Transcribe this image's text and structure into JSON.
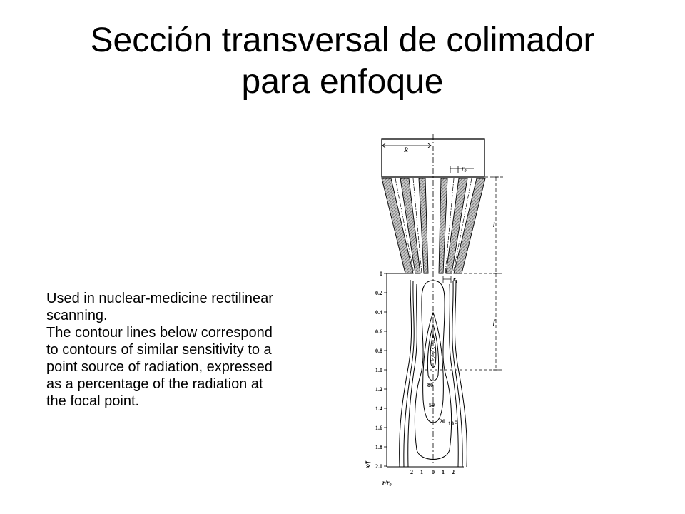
{
  "title": {
    "line1": "Sección transversal de colimador",
    "line2": "para enfoque"
  },
  "description": [
    "Used in nuclear-medicine rectilinear",
    "scanning.",
    "The contour lines below correspond",
    "to contours of similar sensitivity to a",
    "point source of radiation, expressed",
    "as a percentage of the radiation at",
    "the focal point."
  ],
  "diagram": {
    "dimension_labels": {
      "R": "R",
      "r0": "r",
      "r0_sub": "0",
      "r1": "r",
      "r1_sub": "1",
      "l": "l",
      "f": "f"
    },
    "y_axis_label": "x/f",
    "x_axis_label": "r/r",
    "x_axis_label_sub": "0",
    "y_ticks": [
      "0",
      "0.2",
      "0.4",
      "0.6",
      "0.8",
      "1.0",
      "1.2",
      "1.4",
      "1.6",
      "1.8",
      "2.0"
    ],
    "x_ticks": [
      "2",
      "1",
      "0",
      "1",
      "2"
    ],
    "contour_labels": [
      "80",
      "50",
      "20",
      "10",
      "5"
    ]
  }
}
